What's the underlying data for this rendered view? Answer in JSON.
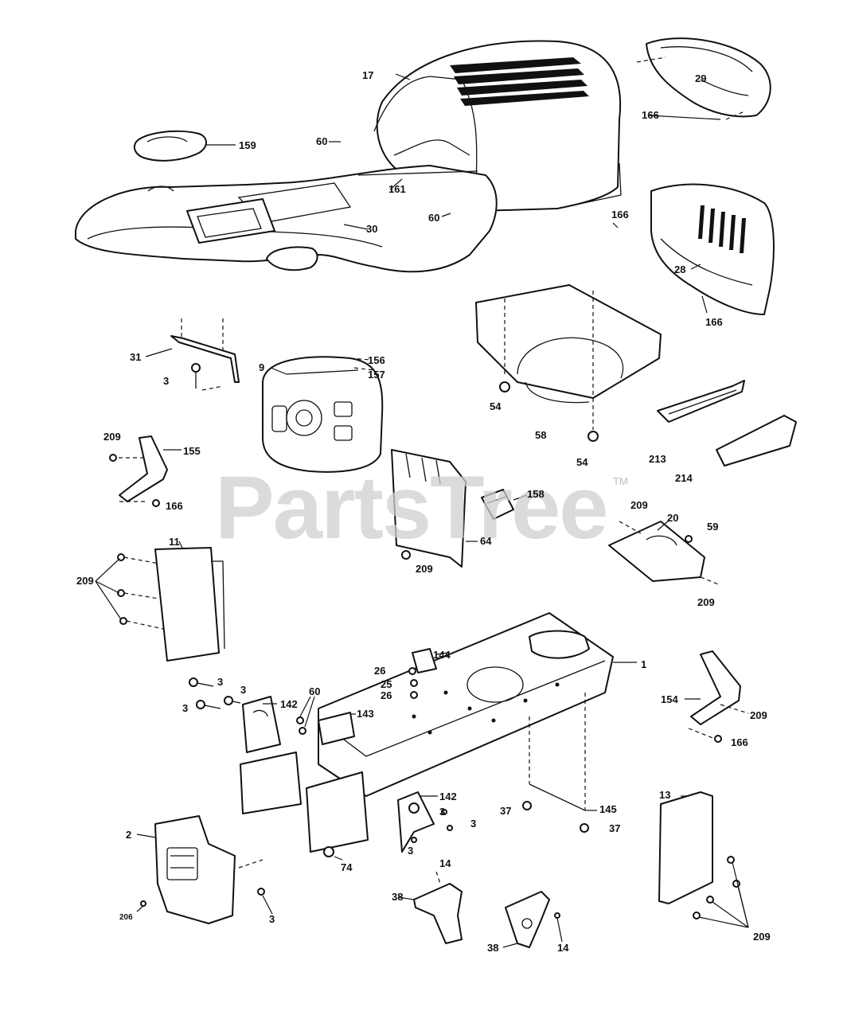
{
  "watermark": {
    "text": "PartsTree",
    "trademark": "TM"
  },
  "callouts": [
    {
      "id": "c-17",
      "label": "17"
    },
    {
      "id": "c-29",
      "label": "29"
    },
    {
      "id": "c-166-a",
      "label": "166"
    },
    {
      "id": "c-159",
      "label": "159"
    },
    {
      "id": "c-60-a",
      "label": "60"
    },
    {
      "id": "c-161",
      "label": "161"
    },
    {
      "id": "c-60-b",
      "label": "60"
    },
    {
      "id": "c-30",
      "label": "30"
    },
    {
      "id": "c-166-b",
      "label": "166"
    },
    {
      "id": "c-28",
      "label": "28"
    },
    {
      "id": "c-166-c",
      "label": "166"
    },
    {
      "id": "c-31",
      "label": "31"
    },
    {
      "id": "c-3-a",
      "label": "3"
    },
    {
      "id": "c-9",
      "label": "9"
    },
    {
      "id": "c-156",
      "label": "156"
    },
    {
      "id": "c-157",
      "label": "157"
    },
    {
      "id": "c-54-a",
      "label": "54"
    },
    {
      "id": "c-58",
      "label": "58"
    },
    {
      "id": "c-54-b",
      "label": "54"
    },
    {
      "id": "c-213",
      "label": "213"
    },
    {
      "id": "c-214",
      "label": "214"
    },
    {
      "id": "c-209-a",
      "label": "209"
    },
    {
      "id": "c-155",
      "label": "155"
    },
    {
      "id": "c-166-d",
      "label": "166"
    },
    {
      "id": "c-158",
      "label": "158"
    },
    {
      "id": "c-209-b",
      "label": "209"
    },
    {
      "id": "c-20",
      "label": "20"
    },
    {
      "id": "c-59",
      "label": "59"
    },
    {
      "id": "c-11",
      "label": "11"
    },
    {
      "id": "c-209-c",
      "label": "209"
    },
    {
      "id": "c-64",
      "label": "64"
    },
    {
      "id": "c-209-d",
      "label": "209"
    },
    {
      "id": "c-209-e",
      "label": "209"
    },
    {
      "id": "c-144",
      "label": "144"
    },
    {
      "id": "c-26-a",
      "label": "26"
    },
    {
      "id": "c-25",
      "label": "25"
    },
    {
      "id": "c-26-b",
      "label": "26"
    },
    {
      "id": "c-1",
      "label": "1"
    },
    {
      "id": "c-3-b",
      "label": "3"
    },
    {
      "id": "c-3-c",
      "label": "3"
    },
    {
      "id": "c-3-d",
      "label": "3"
    },
    {
      "id": "c-142-a",
      "label": "142"
    },
    {
      "id": "c-60-c",
      "label": "60"
    },
    {
      "id": "c-143",
      "label": "143"
    },
    {
      "id": "c-154",
      "label": "154"
    },
    {
      "id": "c-209-f",
      "label": "209"
    },
    {
      "id": "c-166-e",
      "label": "166"
    },
    {
      "id": "c-13",
      "label": "13"
    },
    {
      "id": "c-37-a",
      "label": "37"
    },
    {
      "id": "c-142-b",
      "label": "142"
    },
    {
      "id": "c-3-e",
      "label": "3"
    },
    {
      "id": "c-3-f",
      "label": "3"
    },
    {
      "id": "c-145",
      "label": "145"
    },
    {
      "id": "c-37-b",
      "label": "37"
    },
    {
      "id": "c-2",
      "label": "2"
    },
    {
      "id": "c-3-g",
      "label": "3"
    },
    {
      "id": "c-74",
      "label": "74"
    },
    {
      "id": "c-14-a",
      "label": "14"
    },
    {
      "id": "c-38-a",
      "label": "38"
    },
    {
      "id": "c-3-h",
      "label": "3"
    },
    {
      "id": "c-206",
      "label": "206"
    },
    {
      "id": "c-38-b",
      "label": "38"
    },
    {
      "id": "c-14-b",
      "label": "14"
    },
    {
      "id": "c-209-g",
      "label": "209"
    }
  ]
}
